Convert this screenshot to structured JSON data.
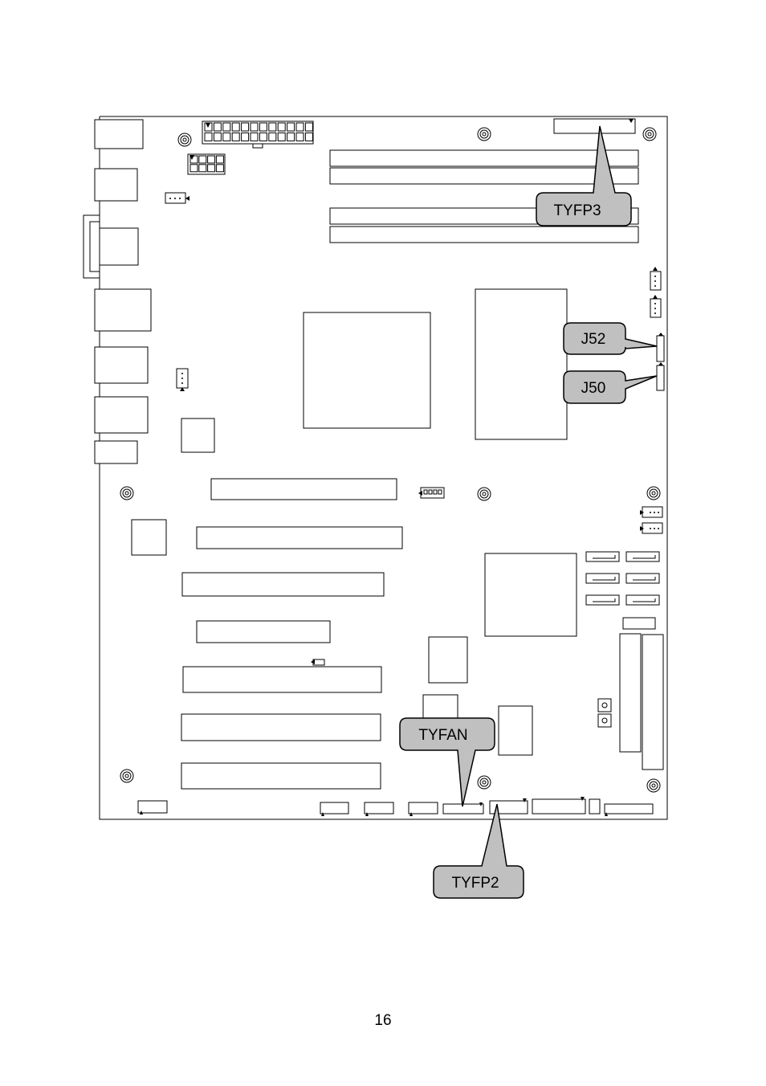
{
  "callouts": {
    "tyfp3": "TYFP3",
    "j52": "J52",
    "j50": "J50",
    "tyfan": "TYFAN",
    "tyfp2": "TYFP2"
  },
  "page_number": "16",
  "colors": {
    "callout_fill": "#c0c0c0",
    "line": "#000000",
    "background": "#ffffff"
  }
}
